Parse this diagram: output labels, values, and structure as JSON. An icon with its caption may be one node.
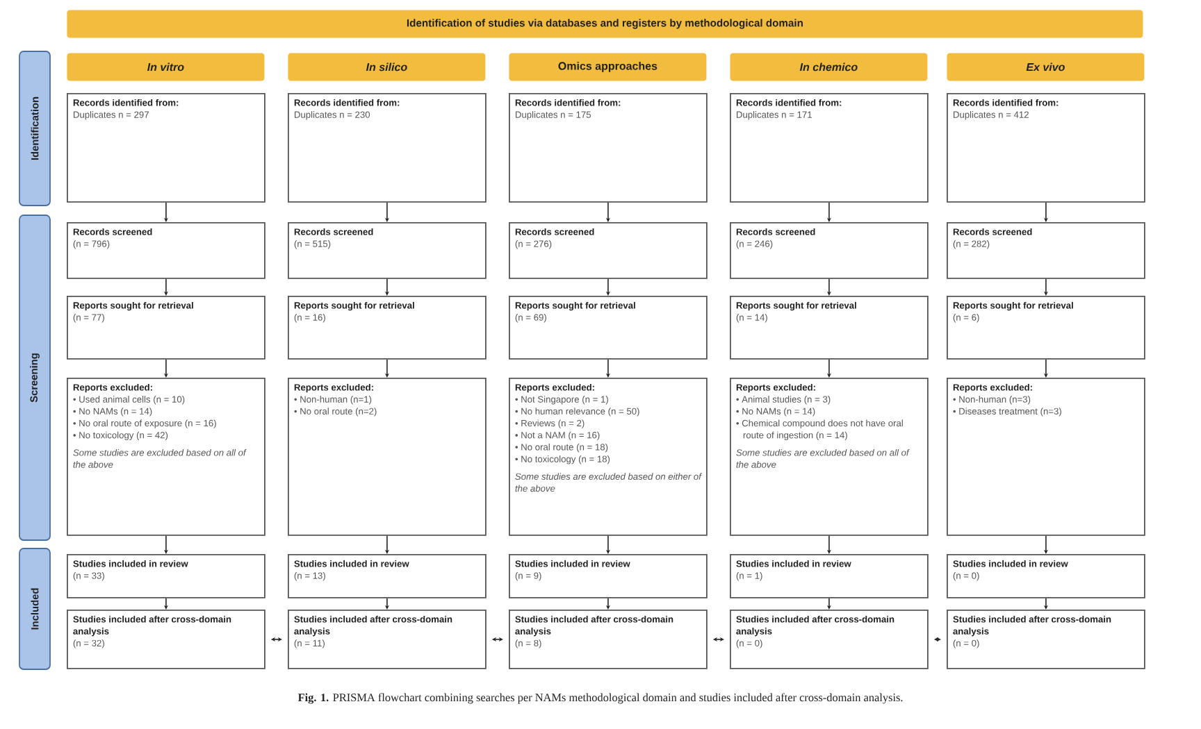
{
  "diagram": {
    "caption": "**Fig. 1.** PRISMA flowchart combining searches per NAMs methodological domain and studies included after cross-domain analysis.",
    "nodes": [
      {
        "text": [
          "Identification of studies via databases and registers by methodological domain"
        ]
      },
      {
        "text": [
          "Identification"
        ]
      },
      {
        "text": [
          "Screening"
        ]
      },
      {
        "text": [
          "Included"
        ]
      },
      {
        "text": [
          "In vitro"
        ]
      },
      {
        "text": [
          "Records identified from:",
          "Duplicates n = 297"
        ]
      },
      {
        "text": [
          "Records screened",
          "(n = 796)"
        ]
      },
      {
        "text": [
          "Reports sought for retrieval",
          "(n = 77)"
        ]
      },
      {
        "text": [
          "Reports excluded:",
          "• Used animal cells (n = 10)",
          "• No NAMs (n = 14)",
          "• No oral route of exposure (n = 16)",
          "• No toxicology (n = 42)",
          "Some studies are excluded based on all of the above"
        ]
      },
      {
        "text": [
          "Studies included in review",
          "(n = 33)"
        ]
      },
      {
        "text": [
          "Studies included after cross-domain analysis",
          "(n = 32)"
        ]
      },
      {
        "text": [
          "In silico"
        ]
      },
      {
        "text": [
          "Records identified from:",
          "Duplicates n = 230"
        ]
      },
      {
        "text": [
          "Records screened",
          "(n = 515)"
        ]
      },
      {
        "text": [
          "Reports sought for retrieval",
          "(n = 16)"
        ]
      },
      {
        "text": [
          "Reports excluded:",
          "• Non-human (n=1)",
          "• No oral route (n=2)"
        ]
      },
      {
        "text": [
          "Studies included in review",
          "(n = 13)"
        ]
      },
      {
        "text": [
          "Studies included after cross-domain analysis",
          "(n = 11)"
        ]
      },
      {
        "text": [
          "Omics approaches"
        ]
      },
      {
        "text": [
          "Records identified from:",
          "Duplicates n = 175"
        ]
      },
      {
        "text": [
          "Records screened",
          "(n = 276)"
        ]
      },
      {
        "text": [
          "Reports sought for retrieval",
          "(n = 69)"
        ]
      },
      {
        "text": [
          "Reports excluded:",
          "• Not Singapore (n = 1)",
          "• No human relevance (n = 50)",
          "• Reviews (n = 2)",
          "• Not a NAM (n = 16)",
          "• No oral route (n = 18)",
          "• No toxicology (n = 18)",
          "Some studies are excluded based on either of the above"
        ]
      },
      {
        "text": [
          "Studies included in review",
          "(n = 9)"
        ]
      },
      {
        "text": [
          "Studies included after cross-domain analysis",
          "(n = 8)"
        ]
      },
      {
        "text": [
          "In chemico"
        ]
      },
      {
        "text": [
          "Records identified from:",
          "Duplicates n = 171"
        ]
      },
      {
        "text": [
          "Records screened",
          "(n = 246)"
        ]
      },
      {
        "text": [
          "Reports sought for retrieval",
          "(n = 14)"
        ]
      },
      {
        "text": [
          "Reports excluded:",
          "• Animal studies (n = 3)",
          "• No NAMs (n = 14)",
          "• Chemical compound does not have oral route of ingestion (n = 14)",
          "Some studies are excluded based on all of the above"
        ]
      },
      {
        "text": [
          "Studies included in review",
          "(n = 1)"
        ]
      },
      {
        "text": [
          "Studies included after cross-domain analysis",
          "(n = 0)"
        ]
      },
      {
        "text": [
          "Ex vivo"
        ]
      },
      {
        "text": [
          "Records identified from:",
          "Duplicates n = 412"
        ]
      },
      {
        "text": [
          "Records screened",
          "(n = 282)"
        ]
      },
      {
        "text": [
          "Reports sought for retrieval",
          "(n = 6)"
        ]
      },
      {
        "text": [
          "Reports excluded:",
          "• Non-human (n=3)",
          "• Diseases treatment (n=3)"
        ]
      },
      {
        "text": [
          "Studies included in review",
          "(n = 0)"
        ]
      },
      {
        "text": [
          "Studies included after cross-domain analysis",
          "(n = 0)"
        ]
      }
    ],
    "edges": [
      {
        "from": 5,
        "to": 6,
        "arrow": "to"
      },
      {
        "from": 6,
        "to": 7,
        "arrow": "to"
      },
      {
        "from": 7,
        "to": 8,
        "arrow": "to"
      },
      {
        "from": 8,
        "to": 9,
        "arrow": "to"
      },
      {
        "from": 9,
        "to": 10,
        "arrow": "to"
      },
      {
        "from": 12,
        "to": 13,
        "arrow": "to"
      },
      {
        "from": 13,
        "to": 14,
        "arrow": "to"
      },
      {
        "from": 14,
        "to": 15,
        "arrow": "to"
      },
      {
        "from": 15,
        "to": 16,
        "arrow": "to"
      },
      {
        "from": 16,
        "to": 17,
        "arrow": "to"
      },
      {
        "from": 19,
        "to": 20,
        "arrow": "to"
      },
      {
        "from": 20,
        "to": 21,
        "arrow": "to"
      },
      {
        "from": 21,
        "to": 22,
        "arrow": "to"
      },
      {
        "from": 22,
        "to": 23,
        "arrow": "to"
      },
      {
        "from": 23,
        "to": 24,
        "arrow": "to"
      },
      {
        "from": 26,
        "to": 27,
        "arrow": "to"
      },
      {
        "from": 27,
        "to": 28,
        "arrow": "to"
      },
      {
        "from": 28,
        "to": 29,
        "arrow": "to"
      },
      {
        "from": 29,
        "to": 30,
        "arrow": "to"
      },
      {
        "from": 30,
        "to": 31,
        "arrow": "to"
      },
      {
        "from": 33,
        "to": 34,
        "arrow": "to"
      },
      {
        "from": 34,
        "to": 35,
        "arrow": "to"
      },
      {
        "from": 35,
        "to": 36,
        "arrow": "to"
      },
      {
        "from": 36,
        "to": 37,
        "arrow": "to"
      },
      {
        "from": 37,
        "to": 38,
        "arrow": "to"
      },
      {
        "from": 10,
        "to": 17,
        "arrow": "both"
      },
      {
        "from": 17,
        "to": 24,
        "arrow": "both"
      },
      {
        "from": 24,
        "to": 31,
        "arrow": "both"
      },
      {
        "from": 31,
        "to": 38,
        "arrow": "both"
      }
    ]
  }
}
